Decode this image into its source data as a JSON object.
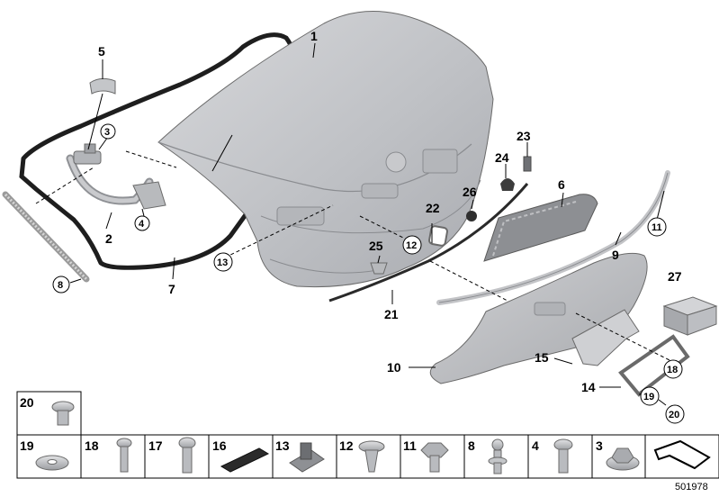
{
  "diagram_id": "501978",
  "callouts": {
    "c1": "1",
    "c2": "2",
    "c3": "3",
    "c4": "4",
    "c5": "5",
    "c6": "6",
    "c7": "7",
    "c8": "8",
    "c9": "9",
    "c10": "10",
    "c11": "11",
    "c12": "12",
    "c13": "13",
    "c14": "14",
    "c15": "15",
    "c18": "18",
    "c19": "19",
    "c20": "20",
    "c21": "21",
    "c22": "22",
    "c23": "23",
    "c24": "24",
    "c25": "25",
    "c26": "26",
    "c27": "27"
  },
  "hardware_top": {
    "label": "20"
  },
  "hardware_row": [
    {
      "label": "19"
    },
    {
      "label": "18"
    },
    {
      "label": "17"
    },
    {
      "label": "16"
    },
    {
      "label": "13"
    },
    {
      "label": "12"
    },
    {
      "label": "11"
    },
    {
      "label": "8"
    },
    {
      "label": "4"
    },
    {
      "label": "3"
    }
  ],
  "colors": {
    "panel": "#c9cacd",
    "panel_dark": "#a7a9ad",
    "seal": "#1e1e1e",
    "metal": "#b9bbbf"
  },
  "icons": [
    "arrow-bracket-icon"
  ]
}
